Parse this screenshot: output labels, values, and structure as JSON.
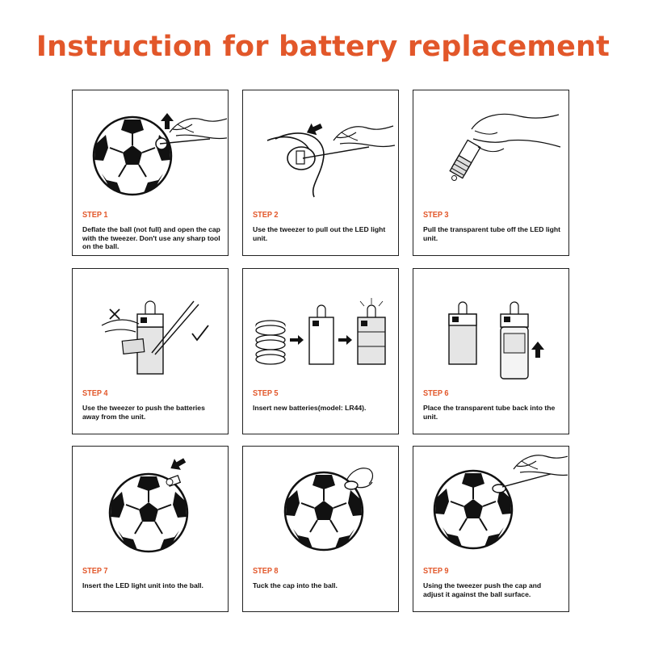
{
  "title": "Instruction for battery replacement",
  "steps": [
    {
      "label": "STEP 1",
      "text": "Deflate the ball (not full) and open the cap with the tweezer. Don't use any sharp tool on the ball."
    },
    {
      "label": "STEP 2",
      "text": "Use the tweezer to pull out the LED light unit."
    },
    {
      "label": "STEP 3",
      "text": "Pull the transparent tube off the LED light unit."
    },
    {
      "label": "STEP 4",
      "text": "Use the tweezer to push the batteries away from the unit."
    },
    {
      "label": "STEP 5",
      "text": "Insert new batteries(model: LR44)."
    },
    {
      "label": "STEP 6",
      "text": "Place the transparent tube back into the unit."
    },
    {
      "label": "STEP 7",
      "text": "Insert the LED light unit into the ball."
    },
    {
      "label": "STEP 8",
      "text": "Tuck the cap into the ball."
    },
    {
      "label": "STEP 9",
      "text": "Using the tweezer push the cap and adjust it against the ball surface."
    }
  ]
}
